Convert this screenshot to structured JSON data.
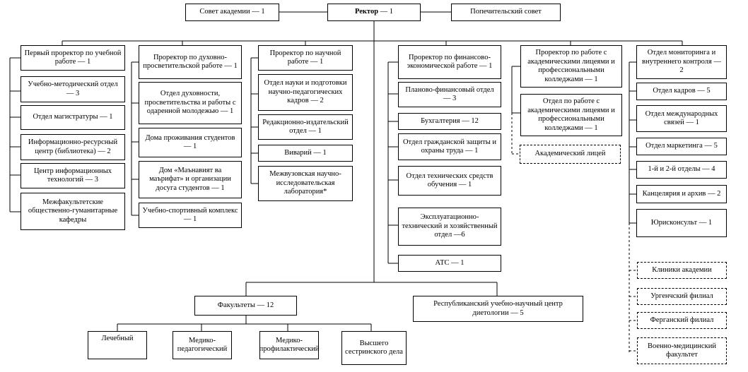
{
  "top": {
    "council": "Совет академии — 1",
    "rector_title": "Ректор",
    "rector_count": " — 1",
    "trustees": "Попечительский совет"
  },
  "col1": {
    "head": "Первый проректор по учебной работе — 1",
    "items": [
      "Учебно-методический отдел — 3",
      "Отдел магистратуры — 1",
      "Информационно-ресурсный центр (библиотека) — 2",
      "Центр информационных технологий — 3",
      "Межфакультетские общественно-гуманитарные кафедры"
    ]
  },
  "col2": {
    "head": "Проректор по духовно-просветительской работе — 1",
    "items": [
      "Отдел духовности, просветительства и работы с одаренной молодежью — 1",
      "Дома проживания студентов — 1",
      "Дом «Маънавият ва маърифат» и организации досуга студентов — 1",
      "Учебно-спортивный комплекс — 1"
    ]
  },
  "col3": {
    "head": "Проректор по научной работе — 1",
    "items": [
      "Отдел науки и подготовки научно-педагогических кадров — 2",
      "Редакционно-издательский отдел — 1",
      "Виварий — 1",
      "Межвузовская научно-исследовательская лаборатория*"
    ]
  },
  "col4": {
    "head": "Проректор по финансово-экономической работе — 1",
    "items": [
      "Планово-финансовый отдел — 3",
      "Бухгалтерия — 12",
      "Отдел гражданской защиты и охраны труда — 1",
      "Отдел технических средств обучения — 1",
      "Эксплуатационно-технический и хозяйственный отдел —6",
      "АТС — 1"
    ]
  },
  "col5": {
    "head": "Проректор по работе с академическими лицеями и профессиональными колледжами — 1",
    "items": [
      "Отдел по работе с академическими лицеями и профессиональными колледжами — 1"
    ],
    "dashed": "Академический лицей"
  },
  "col6": {
    "items": [
      "Отдел мониторинга и внутреннего контроля — 2",
      "Отдел кадров — 5",
      "Отдел международных связей — 1",
      "Отдел маркетинга — 5",
      "1-й и 2-й отделы — 4",
      "Канцелярия и архив — 2",
      "Юрисконсульт — 1"
    ],
    "dashed": [
      "Клиники академии",
      "Ургенчский филиал",
      "Ферганский филиал",
      "Военно-медицинский факультет"
    ]
  },
  "bottom": {
    "faculties": "Факультеты — 12",
    "center": "Республиканский учебно-научный центр диетологии — 5",
    "faculty_items": [
      "Лечебный",
      "Медико-педагогический",
      "Медико-профилактический",
      "Высшего сестринского дела"
    ]
  }
}
